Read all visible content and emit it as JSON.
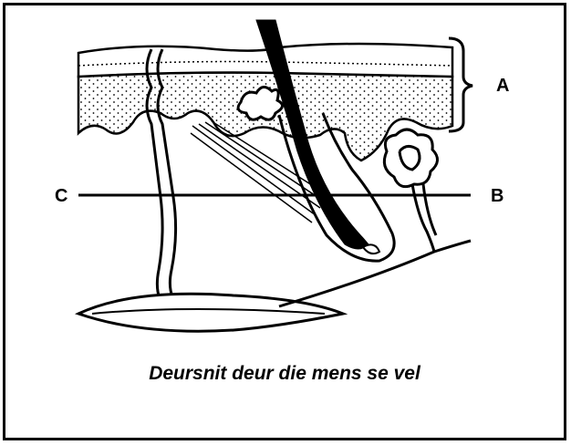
{
  "labels": {
    "a": "A",
    "b": "B",
    "c": "C"
  },
  "caption": "Deursnit deur die mens se vel"
}
